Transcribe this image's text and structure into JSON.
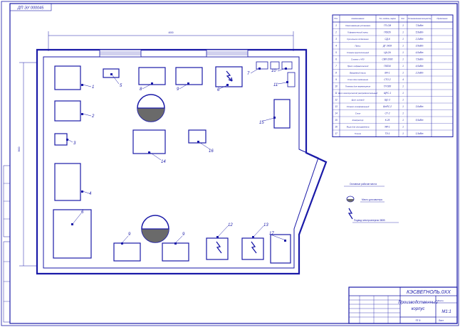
{
  "stamp_top": "ДП ЭУ 000045",
  "dimensions": {
    "width": "4000",
    "height": "3600"
  },
  "floor_plan": {
    "equipment_labels": [
      "1",
      "2",
      "3",
      "4",
      "5",
      "6",
      "7",
      "8",
      "9",
      "10",
      "11",
      "12",
      "13",
      "14",
      "15",
      "16",
      "17"
    ],
    "label_set_a": [
      "1",
      "2",
      "3",
      "4",
      "5",
      "6",
      "7",
      "8",
      "9",
      "10",
      "11",
      "12",
      "13",
      "14",
      "15",
      "16",
      "17"
    ]
  },
  "spec_table": {
    "headers": [
      "Поз.",
      "Наименование",
      "Тип, модель, марка",
      "Кол.",
      "Установленная мощность",
      "Примечание"
    ],
    "rows": [
      [
        "1",
        "Смешивающая установка",
        "ГП-СМ",
        "1",
        "7,5кВт",
        ""
      ],
      [
        "2",
        "Гидравлический пресс",
        "П6326",
        "1",
        "5,5кВт",
        ""
      ],
      [
        "3",
        "Сушильное отделение",
        "СД-6",
        "1",
        "2,2кВт",
        ""
      ],
      [
        "4",
        "Пресс",
        "ДГ 2428",
        "1",
        "3,5кВт",
        ""
      ],
      [
        "5",
        "Станок круглопильный",
        "ЦА-2А",
        "1",
        "4,0кВт",
        ""
      ],
      [
        "6",
        "Станок с ЧПУ",
        "СВП-2000",
        "1",
        "7,5кВт",
        ""
      ],
      [
        "7",
        "Пресс гидравлический",
        "П6334",
        "1",
        "4,0кВт",
        ""
      ],
      [
        "8",
        "Вакуумный насос",
        "ВН-1",
        "1",
        "2,2кВт",
        ""
      ],
      [
        "9",
        "Стол для соединения",
        "СТО-2",
        "4",
        "",
        ""
      ],
      [
        "10",
        "Тележка для перемещения",
        "ТЛ-500",
        "1",
        "",
        ""
      ],
      [
        "11",
        "Щит электрический распределительный",
        "ЩРС-1",
        "1",
        "",
        ""
      ],
      [
        "12",
        "Щит силовой",
        "ЩС-2",
        "1",
        "",
        ""
      ],
      [
        "13",
        "Станок шлифовальный",
        "ШлПС-2",
        "1",
        "3,0кВт",
        ""
      ],
      [
        "14",
        "Стол",
        "СТ-2",
        "1",
        "",
        ""
      ],
      [
        "15",
        "Компрессор",
        "К-25",
        "1",
        "5,5кВт",
        ""
      ],
      [
        "16",
        "Ящик для инструмента",
        "ЯИ-1",
        "1",
        "",
        ""
      ],
      [
        "17",
        "Точило",
        "ТЭ-1",
        "1",
        "1,5кВт",
        ""
      ]
    ]
  },
  "legend": {
    "item1": "Основные рабочие места",
    "item2": "Место для мастера",
    "item3": "Подвод электроэнергии 380В"
  },
  "title_block": {
    "doc_code": "КЭСВЕГНОЛЬ.0ХХ",
    "title_line1": "Производственный",
    "title_line2": "корпус",
    "scale": "М1:1",
    "sheet": "Лист",
    "mass": "Масса",
    "org": "ПГ-5"
  }
}
